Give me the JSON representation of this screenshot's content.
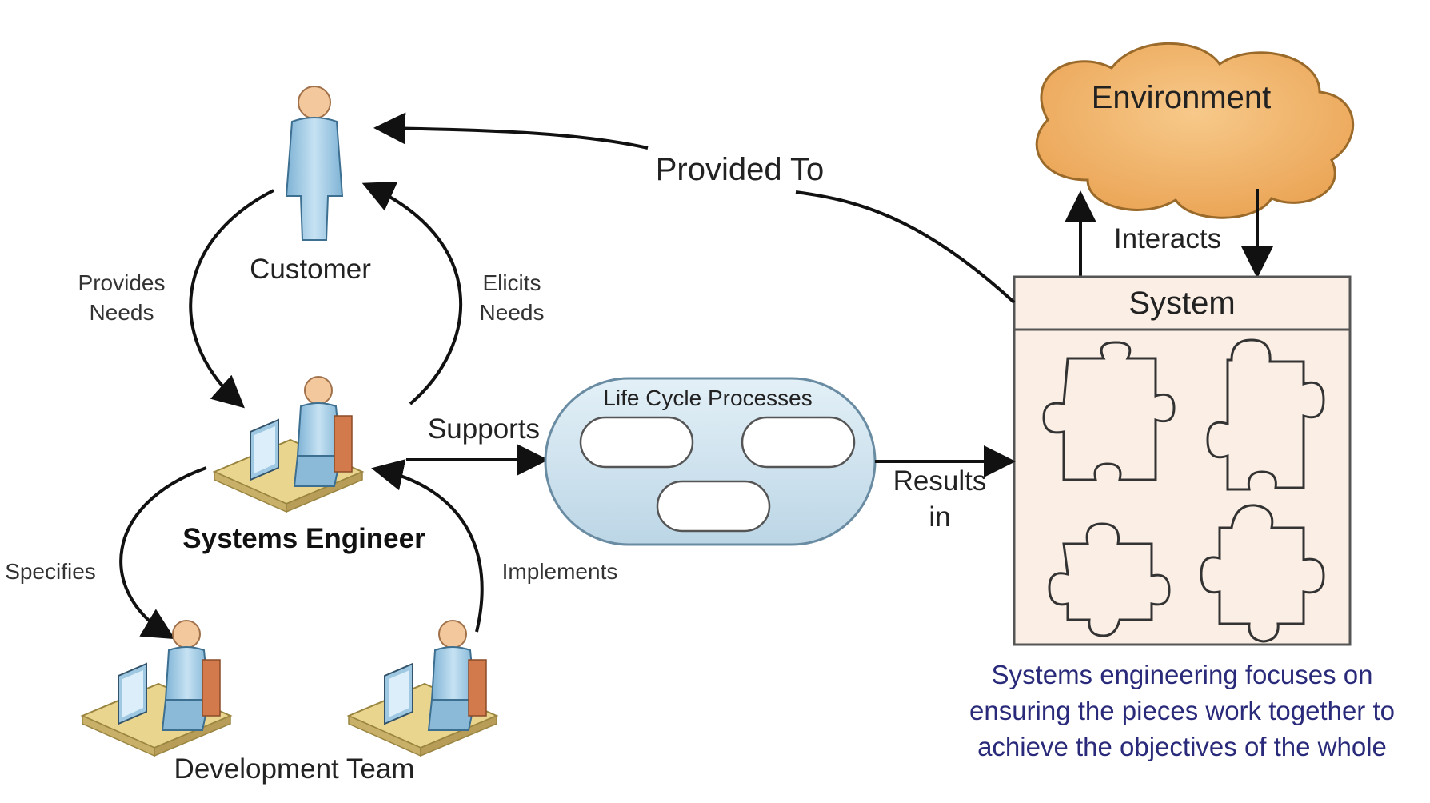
{
  "nodes": {
    "customer": "Customer",
    "systems_engineer": "Systems Engineer",
    "development_team": "Development Team",
    "environment": "Environment",
    "system": "System",
    "life_cycle_processes": "Life Cycle Processes"
  },
  "edges": {
    "provided_to": "Provided To",
    "provides_needs_1": "Provides",
    "provides_needs_2": "Needs",
    "elicits_needs_1": "Elicits",
    "elicits_needs_2": "Needs",
    "supports": "Supports",
    "results_in_1": "Results",
    "results_in_2": "in",
    "specifies": "Specifies",
    "implements": "Implements",
    "interacts": "Interacts"
  },
  "note": {
    "line1": "Systems engineering focuses on",
    "line2": "ensuring the pieces work together to",
    "line3": "achieve the objectives of the whole"
  },
  "colors": {
    "cloud_fill": "#f2b36a",
    "system_fill": "#fbeee4",
    "lifecycle_fill": "#cfe3ee",
    "person_fill": "#a9cfe6",
    "desk_fill": "#e9d48e",
    "note_text": "#2a2a7a"
  }
}
